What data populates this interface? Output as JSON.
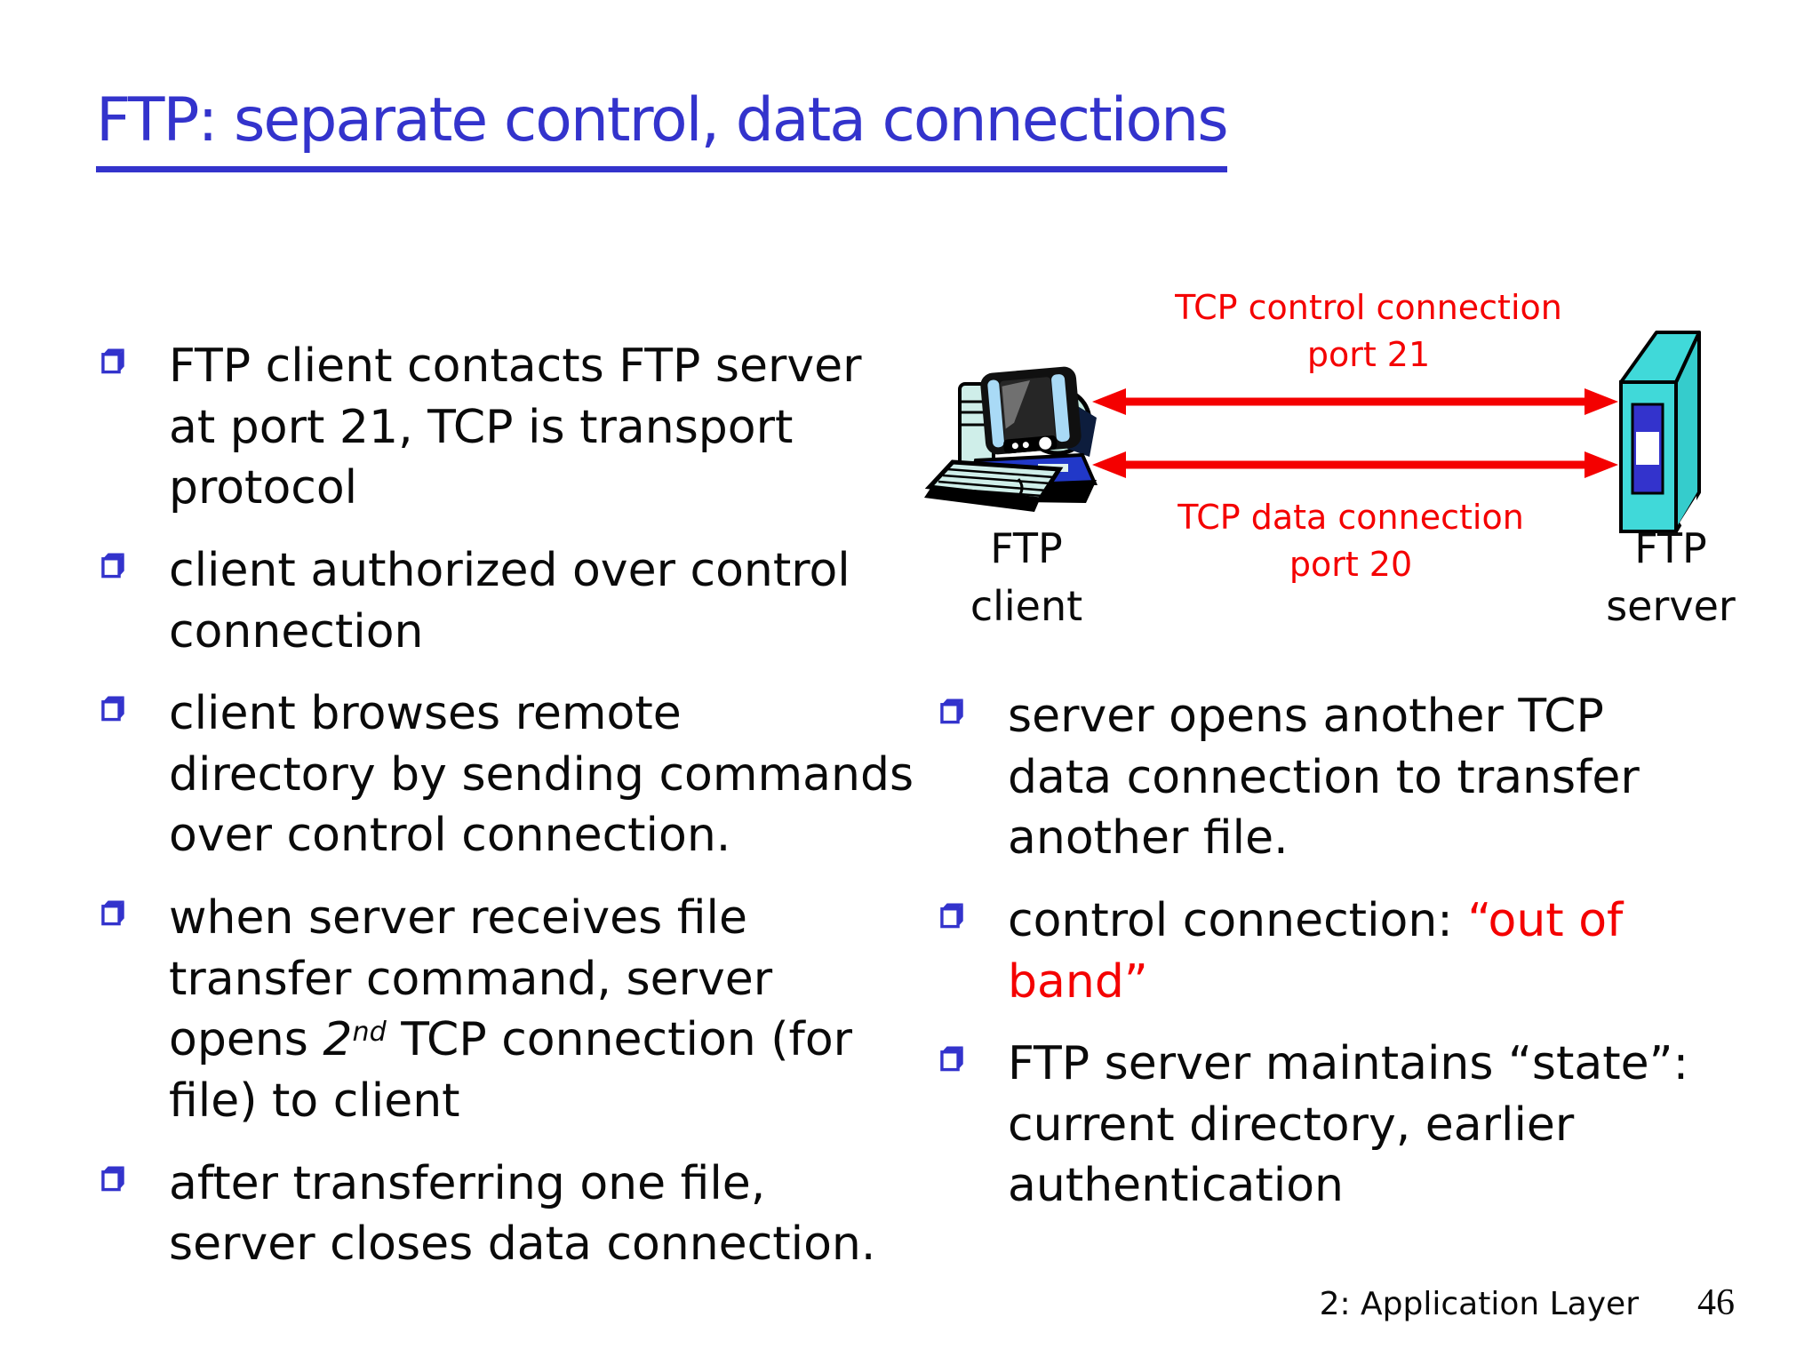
{
  "slide": {
    "title": "FTP: separate control, data connections",
    "footer": {
      "section_label": "2: Application Layer",
      "page_number": "46"
    }
  },
  "colors": {
    "title_blue": "#3333cc",
    "bullet_blue": "#3333cc",
    "red": "#f40000",
    "server_teal": "#40d9d9",
    "computer_pale_teal": "#cfeee9",
    "computer_base_blue": "#2138c8",
    "text_black": "#0a0a0a",
    "background": "#ffffff"
  },
  "left_column": {
    "bullets": [
      {
        "segments": [
          {
            "t": "FTP client contacts FTP server"
          },
          {
            "br": true
          },
          {
            "t": "at port 21, TCP is transport"
          },
          {
            "br": true
          },
          {
            "t": "protocol"
          }
        ]
      },
      {
        "segments": [
          {
            "t": "client authorized over control"
          },
          {
            "br": true
          },
          {
            "t": "connection"
          }
        ]
      },
      {
        "segments": [
          {
            "t": "client browses remote"
          },
          {
            "br": true
          },
          {
            "t": "directory by sending commands"
          },
          {
            "br": true
          },
          {
            "t": "over control connection."
          }
        ]
      },
      {
        "segments": [
          {
            "t": "when server receives  file"
          },
          {
            "br": true
          },
          {
            "t": "transfer command, server"
          },
          {
            "br": true
          },
          {
            "t": "opens "
          },
          {
            "t": "2",
            "s": "it"
          },
          {
            "t": "nd",
            "s": "supit"
          },
          {
            "t": " TCP connection (for"
          },
          {
            "br": true
          },
          {
            "t": "file) to client"
          }
        ]
      },
      {
        "segments": [
          {
            "t": "after transferring one file,"
          },
          {
            "br": true
          },
          {
            "t": "server closes data connection."
          }
        ]
      }
    ]
  },
  "right_column": {
    "bullets": [
      {
        "segments": [
          {
            "t": "server opens another TCP"
          },
          {
            "br": true
          },
          {
            "t": "data connection to transfer"
          },
          {
            "br": true
          },
          {
            "t": "another file."
          }
        ]
      },
      {
        "segments": [
          {
            "t": "control connection: "
          },
          {
            "t": "“out of",
            "s": "red"
          },
          {
            "br": true
          },
          {
            "t": "band”",
            "s": "red"
          }
        ]
      },
      {
        "segments": [
          {
            "t": "FTP server maintains “state”:"
          },
          {
            "br": true
          },
          {
            "t": "current directory, earlier"
          },
          {
            "br": true
          },
          {
            "t": "authentication"
          }
        ]
      }
    ]
  },
  "diagram": {
    "control_connection_label": {
      "line1": "TCP control connection",
      "line2": "port 21"
    },
    "data_connection_label": {
      "line1": "TCP data connection",
      "line2": "port 20"
    },
    "client_label": {
      "line1": "FTP",
      "line2": "client"
    },
    "server_label": {
      "line1": "FTP",
      "line2": "server"
    },
    "icons": {
      "client": "desktop-computer-icon",
      "server": "server-tower-icon",
      "connections": "red-double-headed-arrows"
    }
  }
}
